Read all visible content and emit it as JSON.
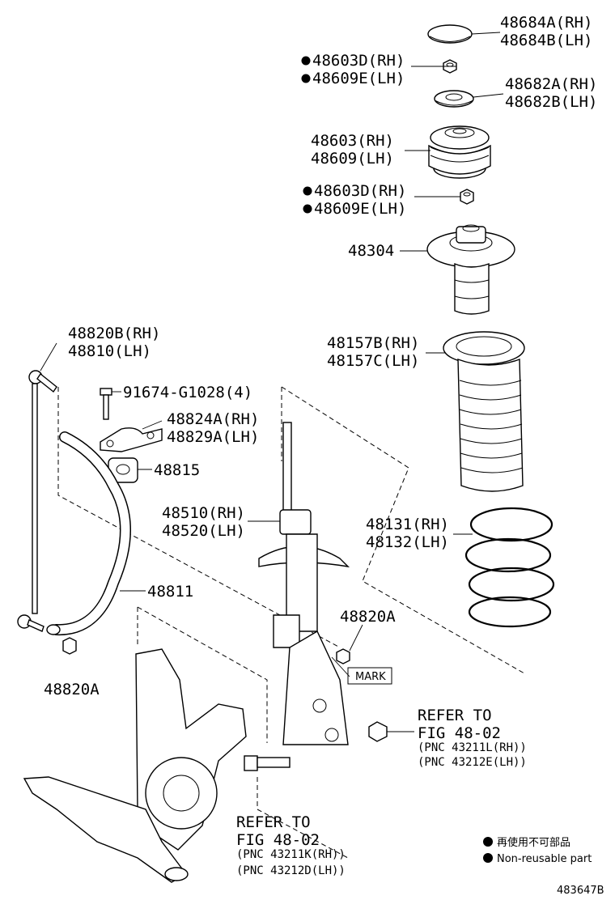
{
  "diagram": {
    "callouts": {
      "c48684": {
        "line1": "48684A(RH)",
        "line2": "48684B(LH)"
      },
      "c48603d_top": {
        "line1": "48603D(RH)",
        "line2": "48609E(LH)"
      },
      "c48682": {
        "line1": "48682A(RH)",
        "line2": "48682B(LH)"
      },
      "c48603": {
        "line1": "48603(RH)",
        "line2": "48609(LH)"
      },
      "c48603d_mid": {
        "line1": "48603D(RH)",
        "line2": "48609E(LH)"
      },
      "c48304": {
        "line1": "48304"
      },
      "c48820b": {
        "line1": "48820B(RH)",
        "line2": "48810(LH)"
      },
      "c48157": {
        "line1": "48157B(RH)",
        "line2": "48157C(LH)"
      },
      "c91674": {
        "line1": "91674-G1028(4)"
      },
      "c48824": {
        "line1": "48824A(RH)",
        "line2": "48829A(LH)"
      },
      "c48815": {
        "line1": "48815"
      },
      "c48510": {
        "line1": "48510(RH)",
        "line2": "48520(LH)"
      },
      "c48131": {
        "line1": "48131(RH)",
        "line2": "48132(LH)"
      },
      "c48811": {
        "line1": "48811"
      },
      "c48820a_right": {
        "line1": "48820A"
      },
      "c48820a_left": {
        "line1": "48820A"
      },
      "mark": {
        "line1": "MARK"
      },
      "refer_right": {
        "line1": "REFER TO",
        "line2": "FIG 48-02",
        "line3": "(PNC 43211L(RH))",
        "line4": "(PNC 43212E(LH))"
      },
      "refer_left": {
        "line1": "REFER TO",
        "line2": "FIG 48-02",
        "line3": "(PNC 43211K(RH))",
        "line4": "(PNC 43212D(LH))"
      }
    },
    "legend": {
      "jp": "再使用不可部品",
      "en": "Non-reusable part"
    },
    "code": "483647B"
  }
}
